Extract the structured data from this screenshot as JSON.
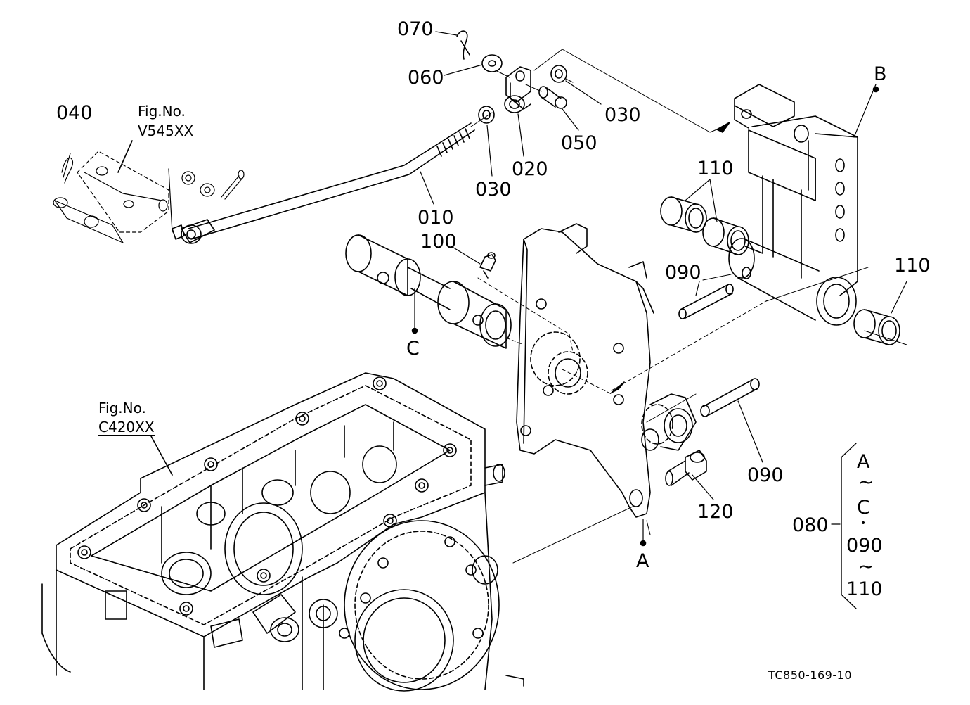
{
  "callouts": {
    "p070": "070",
    "p060": "060",
    "p030a": "030",
    "p050": "050",
    "p020": "020",
    "p030b": "030",
    "p010": "010",
    "p040": "040",
    "p100": "100",
    "p110a": "110",
    "p110b": "110",
    "p090a": "090",
    "p090b": "090",
    "p120": "120",
    "p080": "080"
  },
  "refs": {
    "v545_title": "Fig.No.",
    "v545_code": "V545XX",
    "c420_title": "Fig.No.",
    "c420_code": "C420XX"
  },
  "points": {
    "A": "A",
    "B": "B",
    "C": "C"
  },
  "group_080": {
    "line1": "A",
    "line2": "~",
    "line3": "C",
    "line4": "•",
    "line5": "090",
    "line6": "~",
    "line7": "110"
  },
  "drawing_code": "TC850-169-10"
}
